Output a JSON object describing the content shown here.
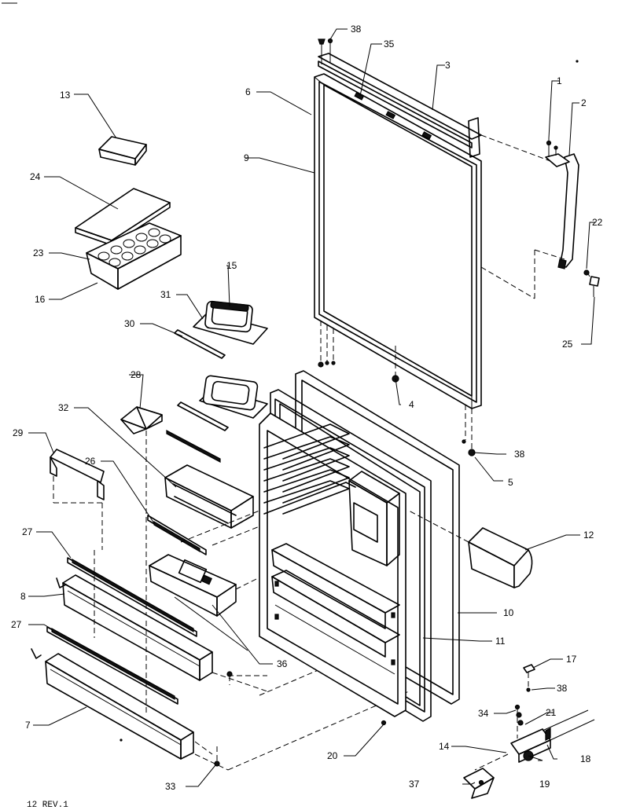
{
  "diagram": {
    "footer_text": "12 REV.1",
    "callouts": [
      {
        "id": "c1",
        "label": "1"
      },
      {
        "id": "c2",
        "label": "2"
      },
      {
        "id": "c3",
        "label": "3"
      },
      {
        "id": "c4",
        "label": "4"
      },
      {
        "id": "c5",
        "label": "5"
      },
      {
        "id": "c6",
        "label": "6"
      },
      {
        "id": "c7",
        "label": "7"
      },
      {
        "id": "c8",
        "label": "8"
      },
      {
        "id": "c9",
        "label": "9"
      },
      {
        "id": "c10",
        "label": "10"
      },
      {
        "id": "c11",
        "label": "11"
      },
      {
        "id": "c12",
        "label": "12"
      },
      {
        "id": "c13",
        "label": "13"
      },
      {
        "id": "c14",
        "label": "14"
      },
      {
        "id": "c15",
        "label": "15"
      },
      {
        "id": "c16",
        "label": "16"
      },
      {
        "id": "c17",
        "label": "17"
      },
      {
        "id": "c18",
        "label": "18"
      },
      {
        "id": "c19",
        "label": "19"
      },
      {
        "id": "c20",
        "label": "20"
      },
      {
        "id": "c21",
        "label": "21"
      },
      {
        "id": "c22",
        "label": "22"
      },
      {
        "id": "c23",
        "label": "23"
      },
      {
        "id": "c24",
        "label": "24"
      },
      {
        "id": "c25",
        "label": "25"
      },
      {
        "id": "c26",
        "label": "26"
      },
      {
        "id": "c27a",
        "label": "27"
      },
      {
        "id": "c27b",
        "label": "27"
      },
      {
        "id": "c28",
        "label": "28"
      },
      {
        "id": "c29",
        "label": "29"
      },
      {
        "id": "c30",
        "label": "30"
      },
      {
        "id": "c31",
        "label": "31"
      },
      {
        "id": "c32",
        "label": "32"
      },
      {
        "id": "c33",
        "label": "33"
      },
      {
        "id": "c34",
        "label": "34"
      },
      {
        "id": "c35",
        "label": "35"
      },
      {
        "id": "c36",
        "label": "36"
      },
      {
        "id": "c37",
        "label": "37"
      },
      {
        "id": "c38a",
        "label": "38"
      },
      {
        "id": "c38b",
        "label": "38"
      },
      {
        "id": "c38c",
        "label": "38"
      }
    ]
  }
}
